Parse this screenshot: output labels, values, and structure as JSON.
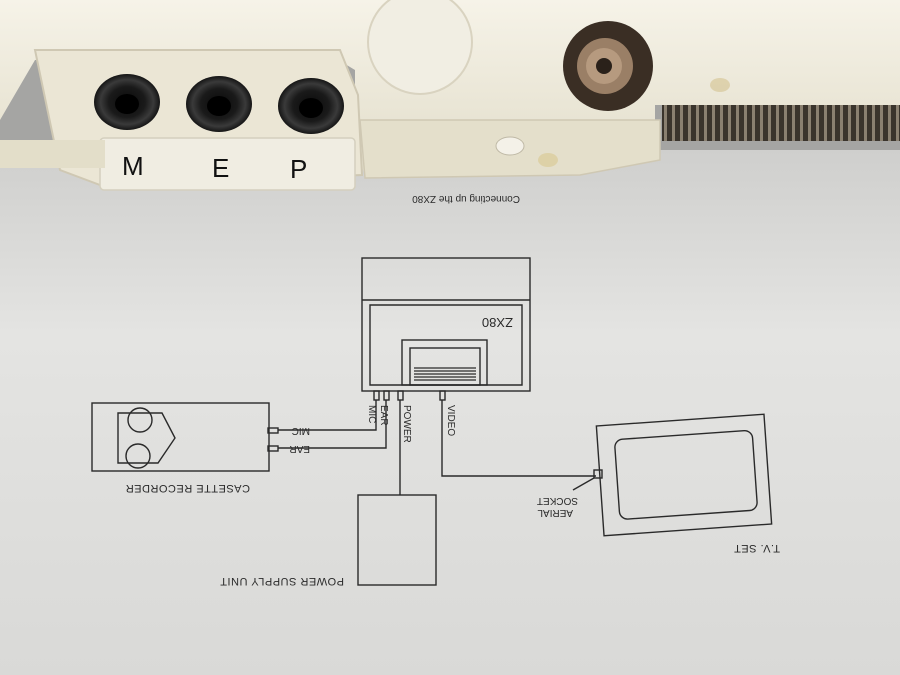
{
  "computer": {
    "port_labels": [
      "M",
      "E",
      "P"
    ]
  },
  "document": {
    "header_text": "Connecting up the ZX80",
    "diagram": {
      "zx80_label": "ZX80",
      "cable_labels": {
        "mic": "MIC",
        "ear": "EAR",
        "power": "POWER",
        "video": "VIDEO",
        "recorder_mic": "MIC",
        "recorder_ear": "EAR"
      },
      "cassette_label": "CASETTE RECORDER",
      "power_supply_label": "POWER SUPPLY UNIT",
      "tv_label": "T.V. SET",
      "aerial_label_line1": "AERIAL",
      "aerial_label_line2": "SOCKET"
    }
  },
  "colors": {
    "paper": "#e9e9e7",
    "plastic": "#eeeadc",
    "ink": "#2a2a2a",
    "jack": "#1c1c1c"
  }
}
